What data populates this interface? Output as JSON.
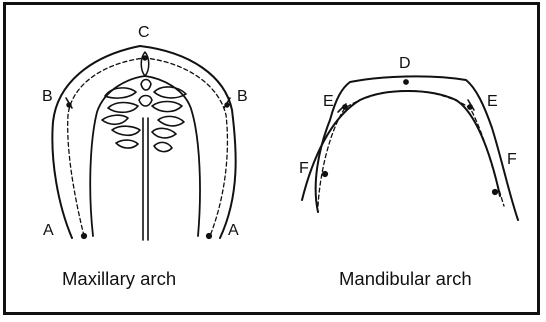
{
  "maxillary": {
    "caption": "Maxillary arch",
    "points": {
      "A": "A",
      "B": "B",
      "C": "C"
    }
  },
  "mandibular": {
    "caption": "Mandibular arch",
    "points": {
      "D": "D",
      "E": "E",
      "F": "F"
    }
  },
  "colors": {
    "line": "#111111",
    "background": "#ffffff"
  }
}
